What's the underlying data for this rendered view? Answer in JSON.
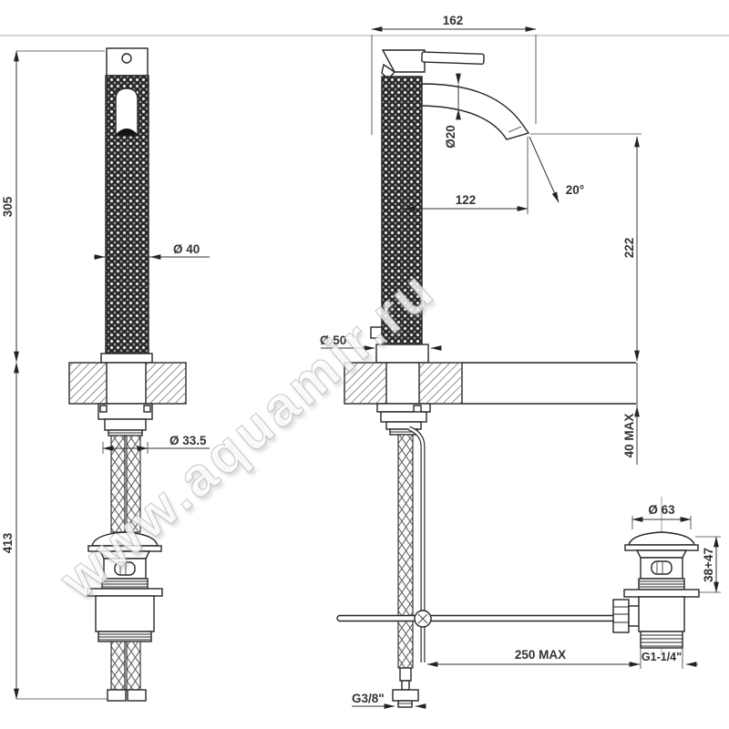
{
  "watermark": "www.aquamir.ru",
  "dimensions": {
    "front_total_height": "305",
    "front_under_counter": "413",
    "body_diameter": "Ø 40",
    "shank_diameter": "Ø 33.5",
    "side_depth": "162",
    "spout_diameter": "Ø20",
    "spout_projection": "122",
    "spout_angle": "20°",
    "spout_height": "222",
    "base_diameter": "Ø 50",
    "counter_thickness": "40 MAX",
    "drain_cap_diameter": "Ø 63",
    "drain_height_range": "38+47",
    "rod_length": "250 MAX",
    "drain_thread": "G1-1/4\"",
    "hose_thread": "G3/8\""
  }
}
